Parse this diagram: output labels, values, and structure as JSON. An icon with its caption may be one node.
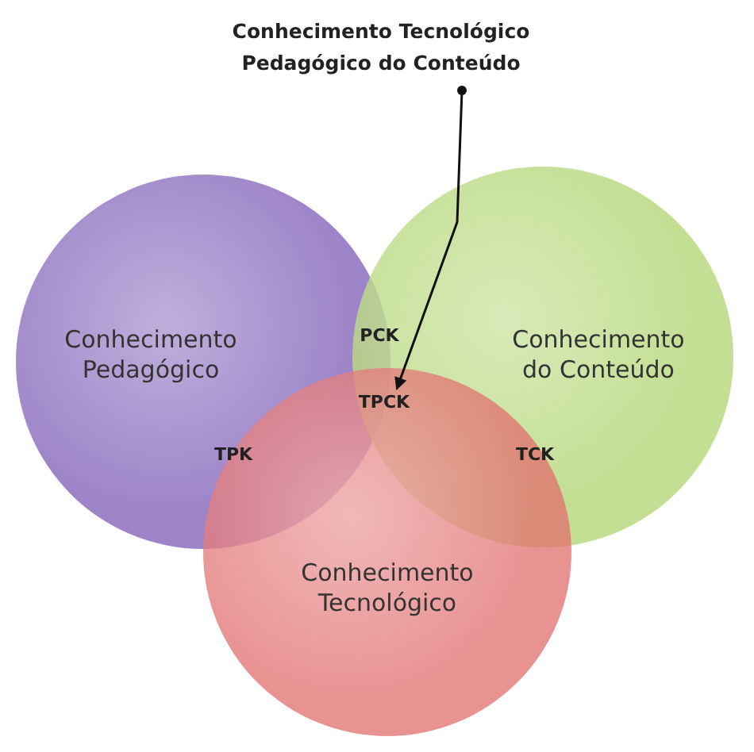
{
  "diagram": {
    "nodes": [
      {
        "text": [
          "Conhecimento Tecnológico Pedagógico do Conteúdo"
        ]
      },
      {
        "text": [
          "Conhecimento Pedagógico"
        ]
      },
      {
        "text": [
          "Conhecimento do Conteúdo"
        ]
      },
      {
        "text": [
          "Conhecimento Tecnológico"
        ]
      },
      {
        "text": [
          "TPCK"
        ]
      }
    ],
    "edges": [
      {
        "from": 0,
        "to": 4,
        "arrow": "to"
      }
    ],
    "labels": [
      "PCK",
      "TPK",
      "TCK"
    ]
  }
}
